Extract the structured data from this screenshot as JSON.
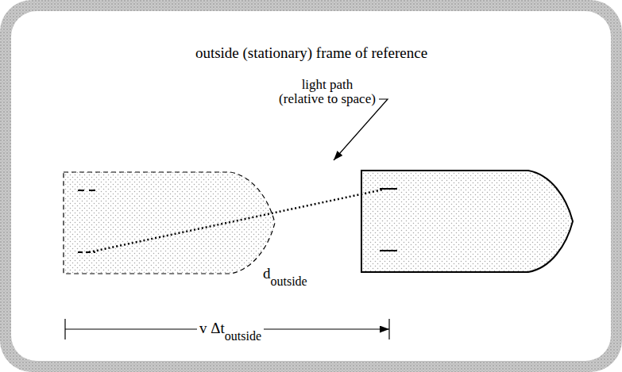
{
  "diagram": {
    "title": "outside (stationary) frame of reference",
    "labels": [
      "light path (relative to space)",
      "d",
      "outside",
      "v Δt",
      "outside"
    ]
  }
}
